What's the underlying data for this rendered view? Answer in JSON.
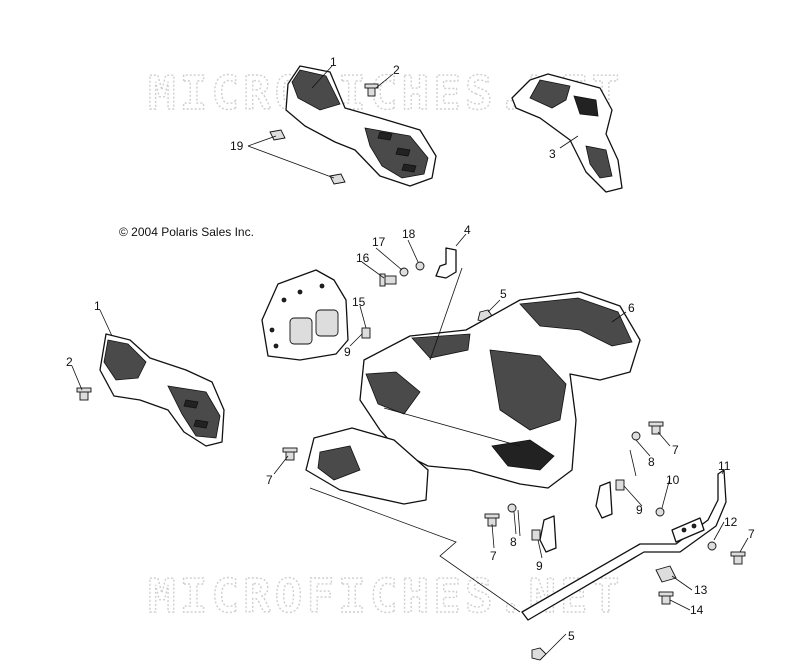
{
  "copyright": "© 2004 Polaris Sales Inc.",
  "watermark": "MICROFICHES.NET",
  "callouts": [
    {
      "id": "c1a",
      "label": "1"
    },
    {
      "id": "c2a",
      "label": "2"
    },
    {
      "id": "c3",
      "label": "3"
    },
    {
      "id": "c19",
      "label": "19"
    },
    {
      "id": "c4",
      "label": "4"
    },
    {
      "id": "c17",
      "label": "17"
    },
    {
      "id": "c18",
      "label": "18"
    },
    {
      "id": "c16",
      "label": "16"
    },
    {
      "id": "c5a",
      "label": "5"
    },
    {
      "id": "c6",
      "label": "6"
    },
    {
      "id": "c15",
      "label": "15"
    },
    {
      "id": "c9a",
      "label": "9"
    },
    {
      "id": "c1b",
      "label": "1"
    },
    {
      "id": "c2b",
      "label": "2"
    },
    {
      "id": "c7a",
      "label": "7"
    },
    {
      "id": "c8a",
      "label": "8"
    },
    {
      "id": "c7b",
      "label": "7"
    },
    {
      "id": "c10",
      "label": "10"
    },
    {
      "id": "c11",
      "label": "11"
    },
    {
      "id": "c9b",
      "label": "9"
    },
    {
      "id": "c7c",
      "label": "7"
    },
    {
      "id": "c8b",
      "label": "8"
    },
    {
      "id": "c9c",
      "label": "9"
    },
    {
      "id": "c12",
      "label": "12"
    },
    {
      "id": "c7d",
      "label": "7"
    },
    {
      "id": "c13",
      "label": "13"
    },
    {
      "id": "c14",
      "label": "14"
    },
    {
      "id": "c5b",
      "label": "5"
    }
  ]
}
